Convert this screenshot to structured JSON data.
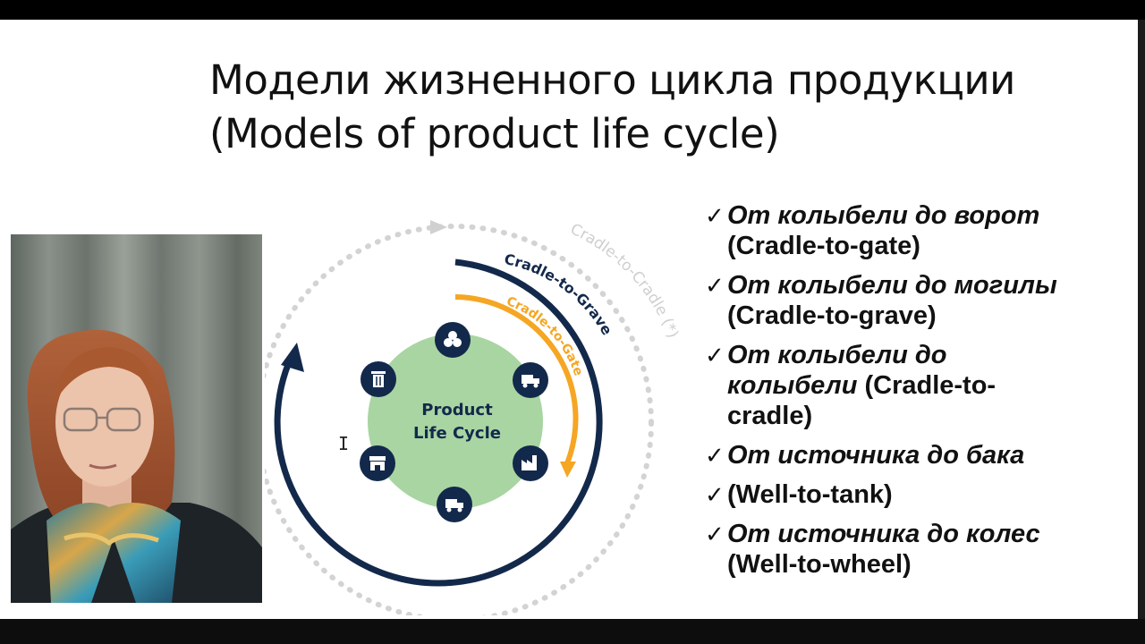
{
  "slide": {
    "title_line1": "Модели жизненного цикла продукции",
    "title_line2": "(Models of product life cycle)"
  },
  "diagram": {
    "center_line1": "Product",
    "center_line2": "Life Cycle",
    "arc_cradle_to_gate": "Cradle-to-Gate",
    "arc_cradle_to_grave": "Cradle-to-Grave",
    "arc_cradle_to_cradle": "Cradle-to-Cradle (*)",
    "icons": [
      "raw-materials-icon",
      "truck-icon",
      "factory-icon",
      "truck-icon",
      "store-icon",
      "trash-icon"
    ],
    "colors": {
      "navy": "#13294b",
      "orange": "#f5a623",
      "green": "#a8d5a2",
      "gray_dots": "#d3d3d3"
    }
  },
  "list": {
    "check": "✓",
    "items": [
      {
        "ru": "От колыбели до ворот",
        "en": "(Cradle-to-gate)"
      },
      {
        "ru": "От колыбели до могилы",
        "en": "(Cradle-to-grave)"
      },
      {
        "ru": "От колыбели до колыбели",
        "en": "(Cradle-to-cradle)"
      },
      {
        "ru": "От источника до бака",
        "en": ""
      },
      {
        "ru": "",
        "en": "(Well-to-tank)"
      },
      {
        "ru": "От источника до колес",
        "en": "(Well-to-wheel)"
      }
    ]
  }
}
